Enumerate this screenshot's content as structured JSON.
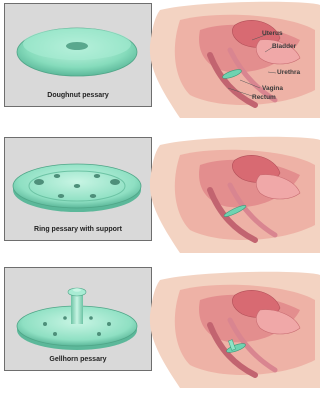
{
  "rows": [
    {
      "caption": "Doughnut pessary"
    },
    {
      "caption": "Ring pessary with support"
    },
    {
      "caption": "Gellhorn pessary"
    }
  ],
  "labels": {
    "uterus": "Uterus",
    "bladder": "Bladder",
    "urethra": "Urethra",
    "vagina": "Vagina",
    "rectum": "Rectum"
  },
  "colors": {
    "pessary": "#8fe3c6",
    "panel": "#d9d9d9",
    "tissue": "#e8a0a0",
    "skin": "#f3d3c2"
  }
}
